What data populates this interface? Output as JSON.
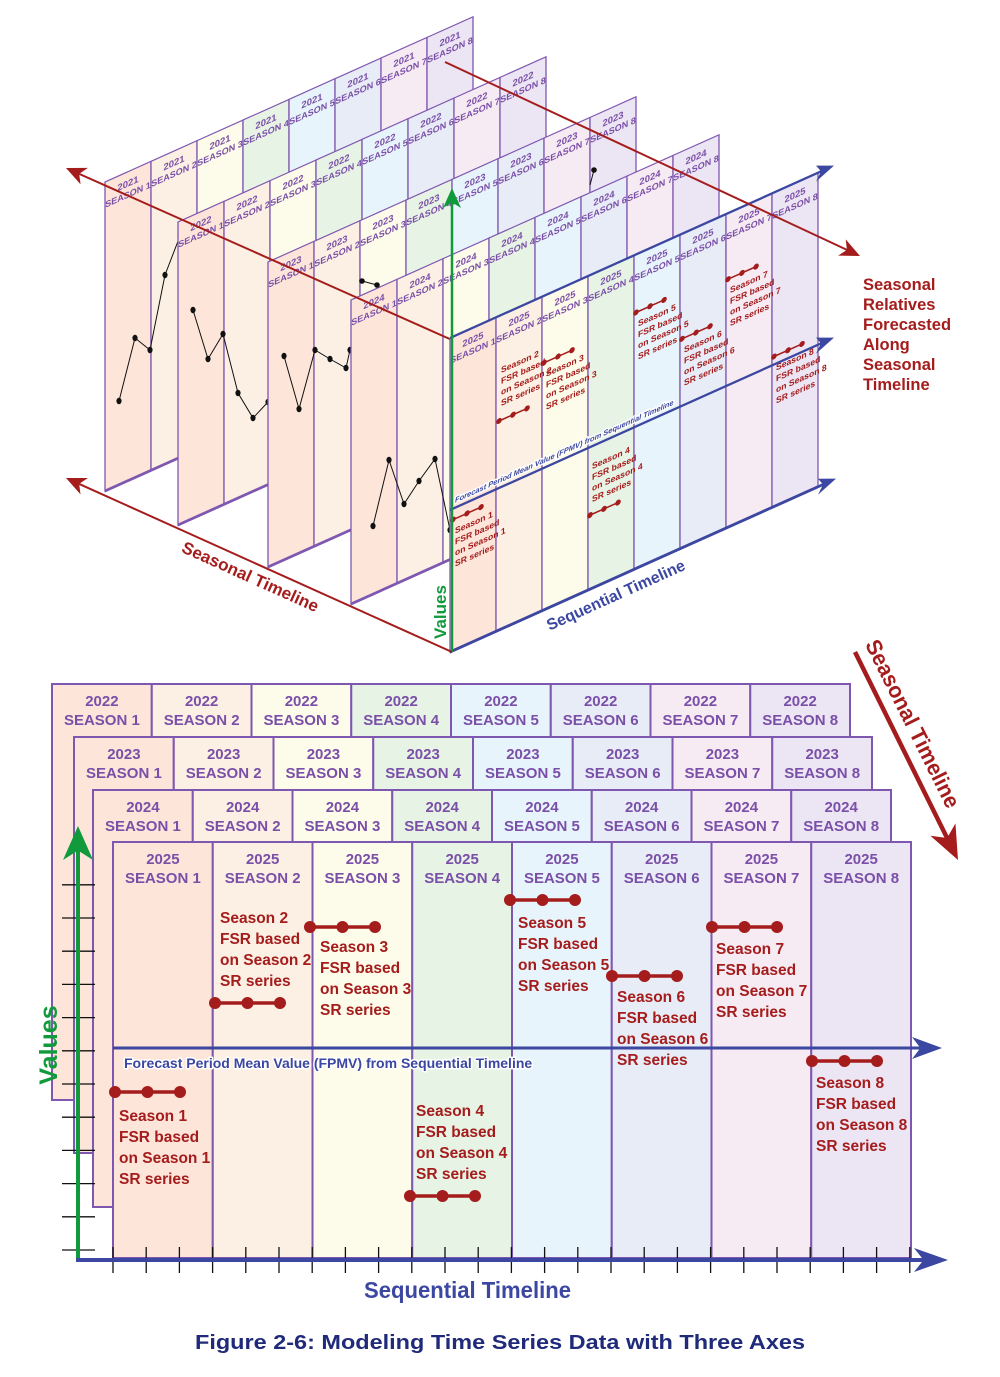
{
  "caption": "Figure 2-6: Modeling Time Series Data with Three Axes",
  "colors": {
    "season_fills": [
      "#fde5da",
      "#fbf0e3",
      "#fdfbe9",
      "#e7f3e5",
      "#e8f4fb",
      "#e8ecf6",
      "#f6eaf3",
      "#ece5f3"
    ],
    "panel_border": "#7e57b0",
    "header_text_purple": "#7a4fa8",
    "forecast_red": "#a51c1c",
    "seasonal_axis_red": "#a51c1c",
    "sequential_axis_blue": "#3b47a0",
    "values_axis_green": "#119a3c",
    "caption_navy": "#1f2a7a",
    "series_black": "#111111"
  },
  "season_labels": [
    "SEASON 1",
    "SEASON 2",
    "SEASON 3",
    "SEASON 4",
    "SEASON 5",
    "SEASON 6",
    "SEASON 7",
    "SEASON 8"
  ],
  "view_3d": {
    "years": [
      "2021",
      "2022",
      "2023",
      "2024",
      "2025"
    ],
    "seasonal_axis_label": "Seasonal Timeline",
    "sequential_axis_label": "Sequential Timeline",
    "values_axis_label": "Values",
    "fpmv_label": "Forecast Period Mean Value (FPMV) from Sequential Timeline",
    "relatives_label": [
      "Seasonal",
      "Relatives",
      "Forecasted",
      "Along",
      "Seasonal",
      "Timeline"
    ]
  },
  "view_2d": {
    "years": [
      "2022",
      "2023",
      "2024",
      "2025"
    ],
    "seasonal_axis_label": "Seasonal Timeline",
    "sequential_axis_label": "Sequential Timeline",
    "values_axis_label": "Values",
    "fpmv_label": "Forecast Period Mean Value (FPMV) from Sequential Timeline"
  },
  "forecasts": [
    {
      "lines": [
        "Season 1",
        "FSR based",
        "on Season 1",
        "SR series"
      ]
    },
    {
      "lines": [
        "Season 2",
        "FSR based",
        "on Season 2",
        "SR series"
      ]
    },
    {
      "lines": [
        "Season 3",
        "FSR based",
        "on Season 3",
        "SR series"
      ]
    },
    {
      "lines": [
        "Season 4",
        "FSR based",
        "on Season 4",
        "SR series"
      ]
    },
    {
      "lines": [
        "Season 5",
        "FSR based",
        "on Season 5",
        "SR series"
      ]
    },
    {
      "lines": [
        "Season 6",
        "FSR based",
        "on Season 6",
        "SR series"
      ]
    },
    {
      "lines": [
        "Season 7",
        "FSR based",
        "on Season 7",
        "SR series"
      ]
    },
    {
      "lines": [
        "Season 8",
        "FSR based",
        "on Season 8",
        "SR series"
      ]
    }
  ]
}
